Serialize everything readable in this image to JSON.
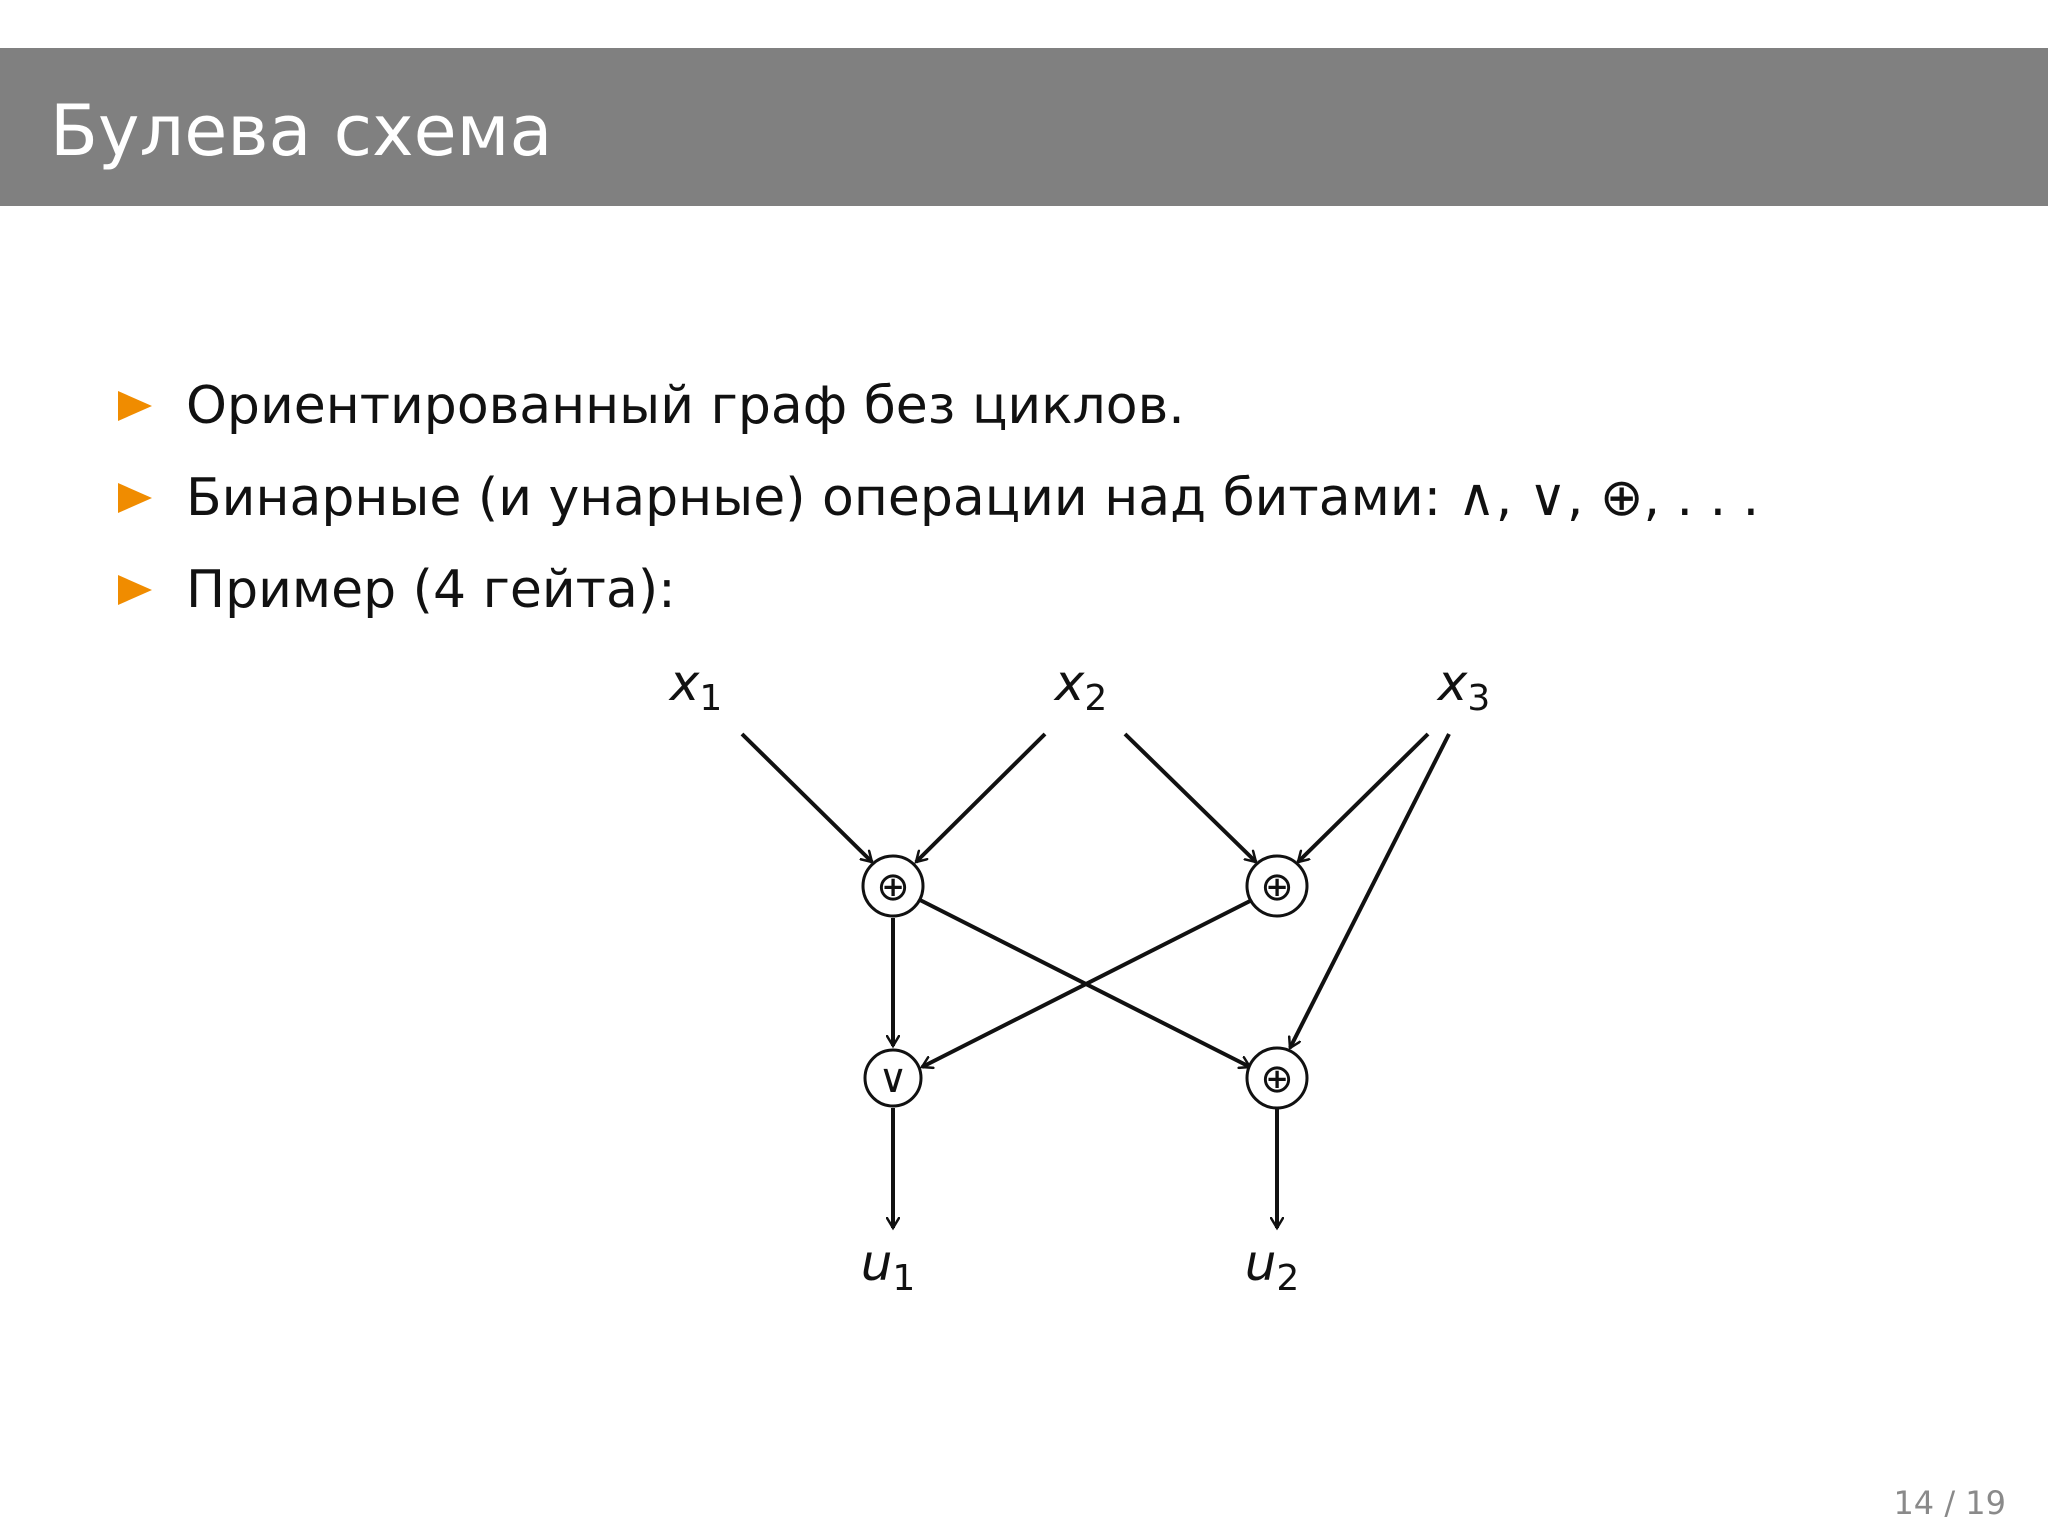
{
  "slide": {
    "title": "Булева схема",
    "page_number": "14 / 19"
  },
  "bullets": [
    {
      "text": "Ориентированный граф без циклов."
    },
    {
      "text": "Бинарные (и унарные) операции над битами: ∧, ∨, ⊕, . . ."
    },
    {
      "text": "Пример (4 гейта):"
    }
  ],
  "circuit": {
    "inputs": [
      {
        "base": "x",
        "sub": "1"
      },
      {
        "base": "x",
        "sub": "2"
      },
      {
        "base": "x",
        "sub": "3"
      }
    ],
    "gates": [
      {
        "symbol": "⊕"
      },
      {
        "symbol": "⊕"
      },
      {
        "symbol": "∨"
      },
      {
        "symbol": "⊕"
      }
    ],
    "outputs": [
      {
        "base": "u",
        "sub": "1"
      },
      {
        "base": "u",
        "sub": "2"
      }
    ]
  },
  "colors": {
    "header_bar": "#808080",
    "bullet_marker": "#f08c00",
    "text": "#111111",
    "page_number": "#8a8a8a"
  }
}
